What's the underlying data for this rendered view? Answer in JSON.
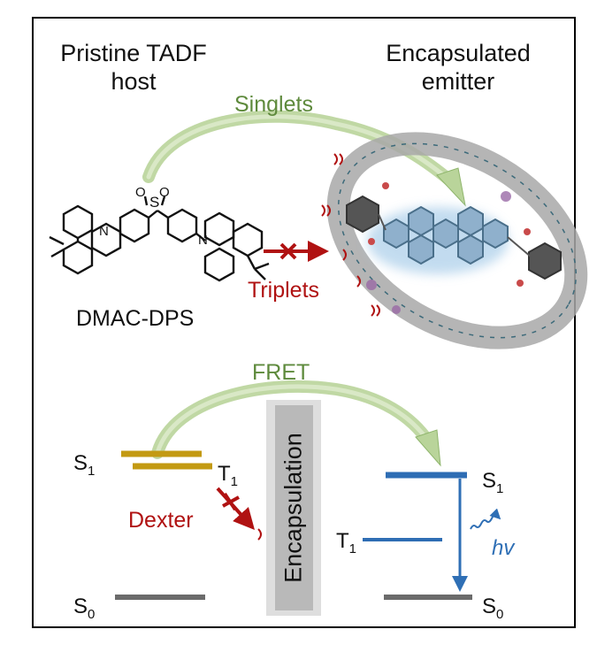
{
  "labels": {
    "left_title_line1": "Pristine TADF",
    "left_title_line2": "host",
    "right_title_line1": "Encapsulated",
    "right_title_line2": "emitter",
    "singlets": "Singlets",
    "triplets": "Triplets",
    "molecule": "DMAC-DPS",
    "fret": "FRET",
    "dexter": "Dexter",
    "encapsulation": "Encapsulation",
    "hv": "hv",
    "atom_s": "S",
    "atom_o1": "O",
    "atom_o2": "O",
    "atom_n1": "N",
    "atom_n2": "N"
  },
  "levels": {
    "left_s1": {
      "letter": "S",
      "sub": "1"
    },
    "left_t1": {
      "letter": "T",
      "sub": "1"
    },
    "left_s0": {
      "letter": "S",
      "sub": "0"
    },
    "right_s1": {
      "letter": "S",
      "sub": "1"
    },
    "right_t1": {
      "letter": "T",
      "sub": "1"
    },
    "right_s0": {
      "letter": "S",
      "sub": "0"
    }
  },
  "colors": {
    "singlet_arrow": "#b9d49a",
    "host_level": "#c39a12",
    "emitter_level": "#2e6db4",
    "ground_level": "#6b6b6b",
    "blocked": "#b01212",
    "emission": "#2f6fb5"
  }
}
